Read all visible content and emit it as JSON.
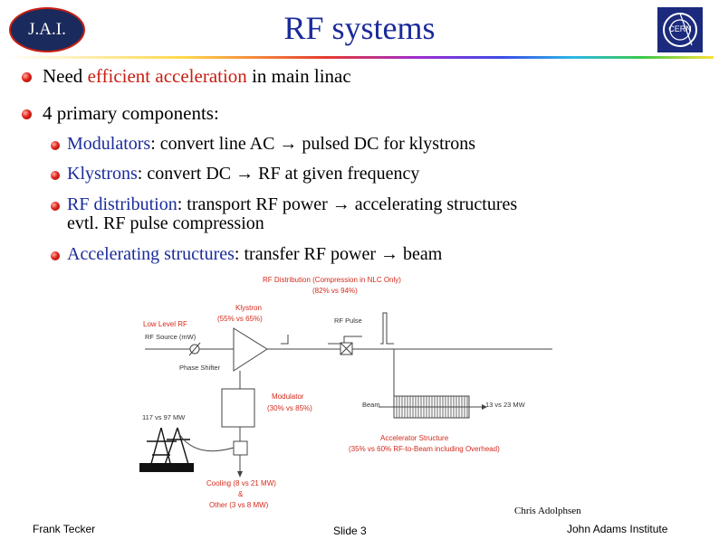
{
  "logo_left": "J.A.I.",
  "logo_right": "CERN",
  "title": "RF systems",
  "bullets": [
    {
      "pre": "Need ",
      "highlight": "efficient acceleration",
      "post": " in main linac"
    },
    {
      "text": "4 primary components:"
    }
  ],
  "sub_bullets": [
    {
      "term": "Modulators",
      "rest": ": convert line AC → pulsed DC for klystrons"
    },
    {
      "term": "Klystrons",
      "rest": ": convert DC → RF at given frequency"
    },
    {
      "term": "RF distribution",
      "rest": ": transport RF power → accelerating structures",
      "line2": "evtl. RF pulse compression"
    },
    {
      "term": "Accelerating structures",
      "rest": ": transfer RF power → beam"
    }
  ],
  "diagram": {
    "rf_dist_title": "RF Distribution (Compression in NLC Only)",
    "rf_dist_eff": "(82% vs 94%)",
    "klystron_label": "Klystron",
    "klystron_eff": "(55% vs 65%)",
    "low_level_rf": "Low Level RF",
    "rf_source": "RF Source (mW)",
    "rf_pulse": "RF Pulse",
    "phase_shifter": "Phase Shifter",
    "modulator_label": "Modulator",
    "modulator_eff": "(30% vs 85%)",
    "beam_label": "Beam",
    "beam_power": "13 vs 23 MW",
    "ac_power": "117 vs 97 MW",
    "acc_structure": "Accelerator Structure",
    "acc_eff": "(35% vs 60% RF-to-Beam including Overhead)",
    "cooling": "Cooling (8 vs 21 MW)",
    "amp": "&",
    "other": "Other (3 vs 8 MW)"
  },
  "footer": {
    "author_credit": "Chris Adolphsen",
    "left": "Frank Tecker",
    "center": "Slide 3",
    "right": "John Adams Institute"
  },
  "colors": {
    "title": "#1a2b9a",
    "highlight": "#c81e12",
    "bullet": "#e2231a",
    "diagram_red": "#d42a1c"
  }
}
